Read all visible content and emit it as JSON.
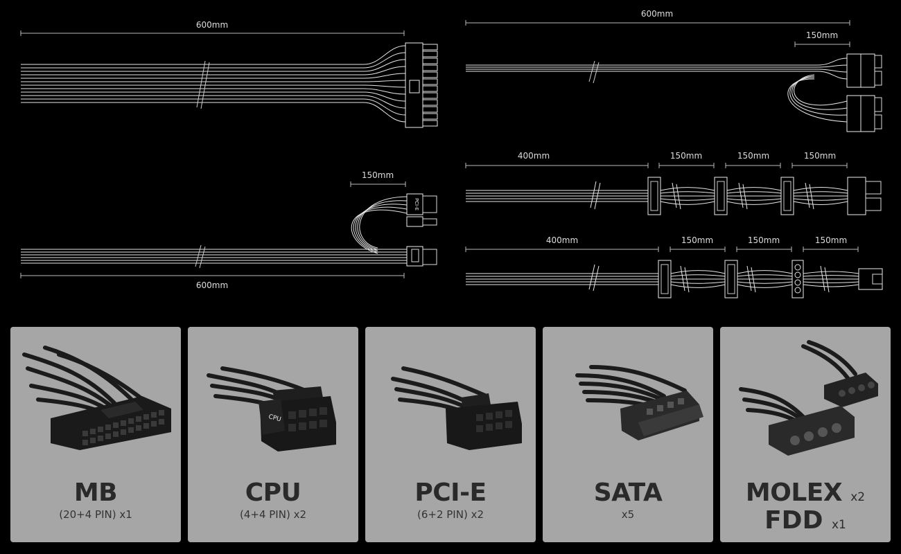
{
  "diagram": {
    "mb": {
      "length": "600mm"
    },
    "cpu": {
      "length": "600mm",
      "branch": "150mm"
    },
    "pcie": {
      "branch": "150mm",
      "length": "600mm",
      "connector_label": "PCI-E"
    },
    "sata": {
      "lead": "400mm",
      "seg1": "150mm",
      "seg2": "150mm",
      "seg3": "150mm"
    },
    "molex": {
      "lead": "400mm",
      "seg1": "150mm",
      "seg2": "150mm",
      "seg3": "150mm"
    }
  },
  "cards": [
    {
      "title": "MB",
      "subtitle": "(20+4 PIN) x1"
    },
    {
      "title": "CPU",
      "subtitle": "(4+4 PIN) x2",
      "connector_label": "CPU"
    },
    {
      "title": "PCI-E",
      "subtitle": "(6+2 PIN) x2"
    },
    {
      "title": "SATA",
      "subtitle": "x5"
    },
    {
      "title": "MOLEX",
      "title_count": "x2",
      "title2": "FDD",
      "title2_count": "x1"
    }
  ],
  "colors": {
    "background": "#000000",
    "card": "#a6a6a6",
    "line": "#ffffff",
    "connector": "#1a1a1a"
  }
}
